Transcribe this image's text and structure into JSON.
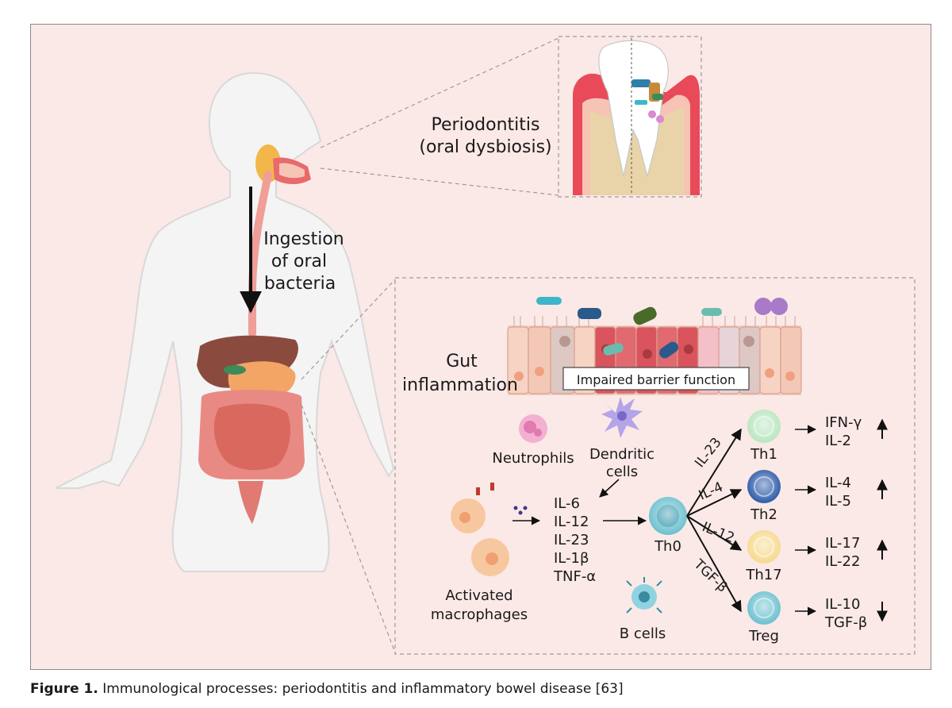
{
  "labels": {
    "periodontitis": "Periodontitis",
    "oral_dysbiosis": "(oral dysbiosis)",
    "ingestion_line1": "Ingestion",
    "ingestion_line2": "of oral",
    "ingestion_line3": "bacteria",
    "gut_line1": "Gut",
    "gut_line2": "inflammation",
    "barrier": "Impaired barrier function",
    "neutrophils": "Neutrophils",
    "dendritic_line1": "Dendritic",
    "dendritic_line2": "cells",
    "macrophages_line1": "Activated",
    "macrophages_line2": "macrophages",
    "b_cells": "B cells",
    "th0": "Th0"
  },
  "cytokines_in": [
    "IL-6",
    "IL-12",
    "IL-23",
    "IL-1β",
    "TNF-α"
  ],
  "branches": [
    {
      "arrow_label": "IL-23",
      "cell": "Th1",
      "outputs": [
        "IFN-γ",
        "IL-2"
      ],
      "trend": "up",
      "color": "#b8e6c0"
    },
    {
      "arrow_label": "IL-4",
      "cell": "Th2",
      "outputs": [
        "IL-4",
        "IL-5"
      ],
      "trend": "up",
      "color": "#2c5aa8"
    },
    {
      "arrow_label": "IL-12",
      "cell": "Th17",
      "outputs": [
        "IL-17",
        "IL-22"
      ],
      "trend": "up",
      "color": "#f7d98c"
    },
    {
      "arrow_label": "TGF-β",
      "cell": "Treg",
      "outputs": [
        "IL-10",
        "TGF-β"
      ],
      "trend": "down",
      "color": "#6cc0cf"
    }
  ],
  "caption": {
    "label": "Figure 1.",
    "text": "Immunological processes: periodontitis and inflammatory bowel disease [63]"
  }
}
